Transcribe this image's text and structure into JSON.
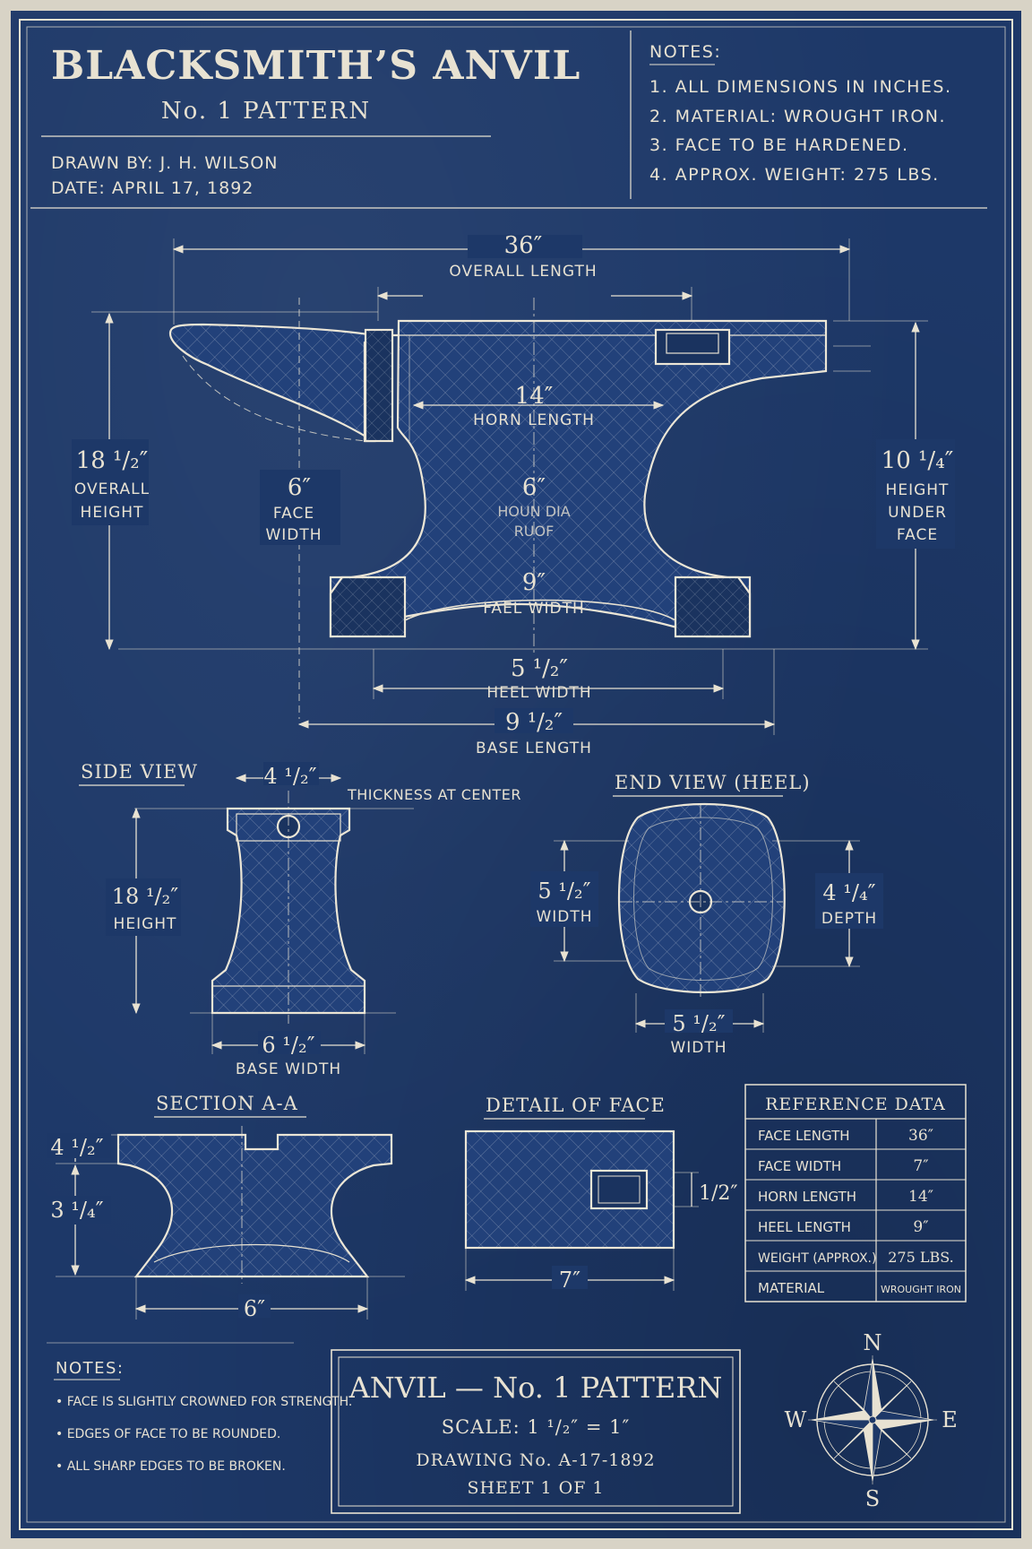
{
  "colors": {
    "paper": "#1d3868",
    "ink": "#e8e2d2",
    "border": "#d8d3c6"
  },
  "title": {
    "main": "BLACKSMITH’S ANVIL",
    "sub": "No. 1 PATTERN"
  },
  "drawn_by": "DRAWN BY: J. H. WILSON",
  "date": "DATE: APRIL 17, 1892",
  "notes_top": {
    "heading": "NOTES:",
    "items": [
      "1. ALL DIMENSIONS IN INCHES.",
      "2. MATERIAL: WROUGHT IRON.",
      "3. FACE TO BE HARDENED.",
      "4. APPROX. WEIGHT: 275 LBS."
    ]
  },
  "elevation": {
    "overall_length": {
      "value": "36″",
      "label": "OVERALL LENGTH"
    },
    "horn_length": {
      "value": "14″",
      "label": "HORN LENGTH"
    },
    "overall_height": {
      "value": "18 ¹/₂″",
      "label1": "OVERALL",
      "label2": "HEIGHT"
    },
    "height_under_face": {
      "value": "10 ¹/₄″",
      "label1": "HEIGHT",
      "label2": "UNDER",
      "label3": "FACE"
    },
    "face_width": {
      "value": "6″",
      "label1": "FACE",
      "label2": "WIDTH"
    },
    "hole_dia": {
      "value": "6″",
      "label1": "HOUN DIA",
      "label2": "RUOF"
    },
    "fael_width": {
      "value": "9″",
      "label": "FAEL WIDTH"
    },
    "heel_width": {
      "value": "5 ¹/₂″",
      "label": "HEEL WIDTH"
    },
    "base_length": {
      "value": "9 ¹/₂″",
      "label": "BASE LENGTH"
    }
  },
  "side_view": {
    "title": "SIDE VIEW",
    "top": "4 ¹/₂″",
    "thickness_note": "THICKNESS AT CENTER",
    "height": {
      "value": "18 ¹/₂″",
      "label": "HEIGHT"
    },
    "base": {
      "value": "6 ¹/₂″",
      "label": "BASE WIDTH"
    }
  },
  "end_view": {
    "title": "END VIEW (HEEL)",
    "left": {
      "value": "5 ¹/₂″",
      "label": "WIDTH"
    },
    "right": {
      "value": "4 ¹/₄″",
      "label": "DEPTH"
    },
    "bottom": {
      "value": "5 ¹/₂″",
      "label": "WIDTH"
    }
  },
  "section": {
    "title": "SECTION A-A",
    "top": "4 ¹/₂″",
    "mid": "3 ¹/₄″",
    "width": "6″"
  },
  "detail_face": {
    "title": "DETAIL OF FACE",
    "hole": "1/2″",
    "width": "7″"
  },
  "reference": {
    "title": "REFERENCE DATA",
    "rows": [
      {
        "k": "FACE LENGTH",
        "v": "36″"
      },
      {
        "k": "FACE WIDTH",
        "v": "7″"
      },
      {
        "k": "HORN LENGTH",
        "v": "14″"
      },
      {
        "k": "HEEL LENGTH",
        "v": "9″"
      },
      {
        "k": "WEIGHT (APPROX.)",
        "v": "275 LBS."
      },
      {
        "k": "MATERIAL",
        "v": "WROUGHT IRON"
      }
    ]
  },
  "notes_bottom": {
    "heading": "NOTES:",
    "items": [
      "• FACE IS SLIGHTLY CROWNED FOR STRENGTH.",
      "• EDGES OF FACE TO BE ROUNDED.",
      "• ALL SHARP EDGES TO BE BROKEN."
    ]
  },
  "title_block": {
    "title": "ANVIL — No. 1 PATTERN",
    "scale": "SCALE: 1 ¹/₂″ = 1″",
    "drawing_no": "DRAWING No. A-17-1892",
    "sheet": "SHEET 1 OF 1"
  },
  "compass": {
    "n": "N",
    "s": "S",
    "e": "E",
    "w": "W"
  }
}
